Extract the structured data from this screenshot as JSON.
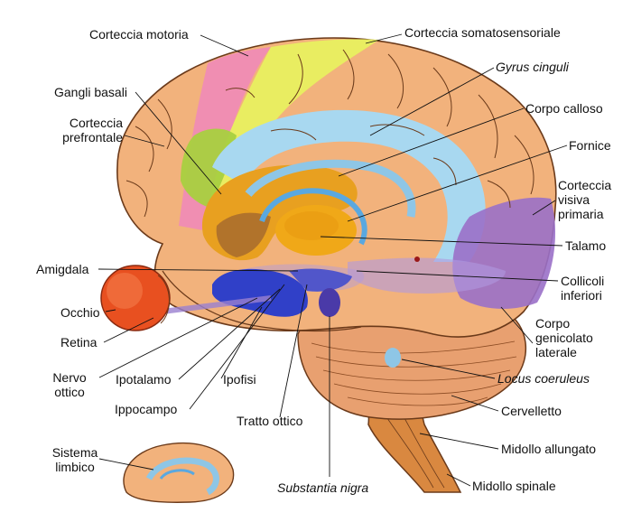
{
  "labels": {
    "corteccia_motoria": "Corteccia motoria",
    "corteccia_somatosensoriale": "Corteccia somatosensoriale",
    "gyrus_cinguli": "Gyrus cinguli",
    "gangli_basali": "Gangli basali",
    "corteccia_prefrontale_1": "Corteccia",
    "corteccia_prefrontale_2": "prefrontale",
    "corpo_calloso": "Corpo calloso",
    "fornice": "Fornice",
    "corteccia_visiva_1": "Corteccia",
    "corteccia_visiva_2": "visiva",
    "corteccia_visiva_3": "primaria",
    "talamo": "Talamo",
    "amigdala": "Amigdala",
    "collicoli_1": "Collicoli",
    "collicoli_2": "inferiori",
    "occhio": "Occhio",
    "corpo_genicolato_1": "Corpo",
    "corpo_genicolato_2": "genicolato",
    "corpo_genicolato_3": "laterale",
    "retina": "Retina",
    "nervo_ottico_1": "Nervo",
    "nervo_ottico_2": "ottico",
    "ipotalamo": "Ipotalamo",
    "ipofisi": "Ipofisi",
    "locus_coeruleus": "Locus coeruleus",
    "ippocampo": "Ippocampo",
    "tratto_ottico": "Tratto ottico",
    "cervelletto": "Cervelletto",
    "sistema_limbico_1": "Sistema",
    "sistema_limbico_2": "limbico",
    "midollo_allungato": "Midollo allungato",
    "substantia_nigra": "Substantia nigra",
    "midollo_spinale": "Midollo spinale"
  },
  "colors": {
    "cortex": "#f2b27c",
    "cortex_outline": "#6b3a1a",
    "motor_cortex": "#f08ab8",
    "somatosensory_cortex": "#e8f060",
    "limbic_blue": "#a8d8f0",
    "basal_ganglia": "#e8a020",
    "thalamus": "#f0a818",
    "visual_cortex": "#9a70c8",
    "hippocampus_blue": "#3040c8",
    "eye": "#e85020",
    "cerebellum": "#e8a070",
    "brainstem": "#d98840",
    "prefrontal_green": "#a8d040"
  }
}
